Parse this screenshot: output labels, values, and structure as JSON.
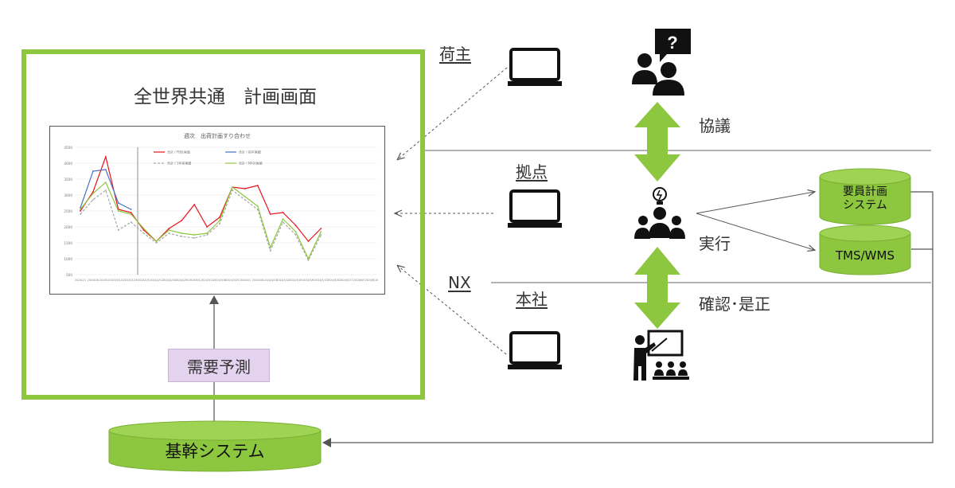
{
  "diagram": {
    "plan_title": "全世界共通　計画画面",
    "demand_forecast": "需要予測",
    "core_system": "基幹システム",
    "staffing_system": "要員計画\nシステム",
    "tms_wms": "TMS/WMS",
    "labels": {
      "shipper": "荷主",
      "base": "拠点",
      "hq": "本社",
      "nx": "NX",
      "consult": "協議",
      "execute": "実行",
      "confirm": "確認･是正"
    },
    "colors": {
      "green": "#8dc63f",
      "purple": "#e3d3ee",
      "line": "#444444"
    },
    "icons": [
      "laptop-icon",
      "question-group-icon",
      "idea-group-icon",
      "teacher-icon"
    ]
  },
  "chart_data": {
    "type": "line",
    "title": "週次　出荷計画すり合わせ",
    "categories": [
      "2024/1/1",
      "2024/1/8",
      "2024/1/15",
      "2024/1/22",
      "2024/1/29",
      "2024/2/5",
      "2024/2/12",
      "2024/2/19",
      "2024/2/26",
      "2024/3/4",
      "2024/3/11",
      "2024/3/18",
      "2024/3/25",
      "2024/4/1",
      "2024/4/8",
      "2024/4/15",
      "2024/4/22",
      "2024/4/29",
      "2024/5/6",
      "2024/5/13",
      "2024/5/20",
      "2024/5/27",
      "2024/6/3",
      "2024/6/10"
    ],
    "ylim": [
      500,
      4500
    ],
    "yticks": [
      500,
      1000,
      1500,
      2000,
      2500,
      3000,
      3500,
      4000,
      4500
    ],
    "series": [
      {
        "name": "合計 / FB計画値",
        "color": "#e8121c",
        "dash": false,
        "values": [
          2500,
          3100,
          4200,
          2550,
          2450,
          1900,
          1550,
          1950,
          2200,
          2700,
          2000,
          2300,
          3250,
          3200,
          3300,
          2400,
          2450,
          2050,
          1550,
          1950
        ]
      },
      {
        "name": "合計 / 前年実績",
        "color": "#4472c4",
        "dash": false,
        "values": [
          2600,
          3750,
          3800,
          2750,
          2550
        ]
      },
      {
        "name": "合計 / 1年前実績",
        "color": "#a6a6a6",
        "dash": true,
        "values": [
          2400,
          2850,
          3150,
          1900,
          2150,
          1800,
          1500,
          1800,
          1700,
          1650,
          1750,
          2100,
          3150,
          2850,
          2550,
          1250,
          2150,
          1750,
          950,
          1750
        ]
      },
      {
        "name": "合計 / NX計画値",
        "color": "#8dc63f",
        "dash": false,
        "values": [
          2550,
          3050,
          3400,
          2500,
          2400,
          1950,
          1550,
          1900,
          1800,
          1750,
          1800,
          2200,
          3250,
          2950,
          2650,
          1350,
          2250,
          1850,
          1000,
          1850
        ]
      }
    ]
  }
}
